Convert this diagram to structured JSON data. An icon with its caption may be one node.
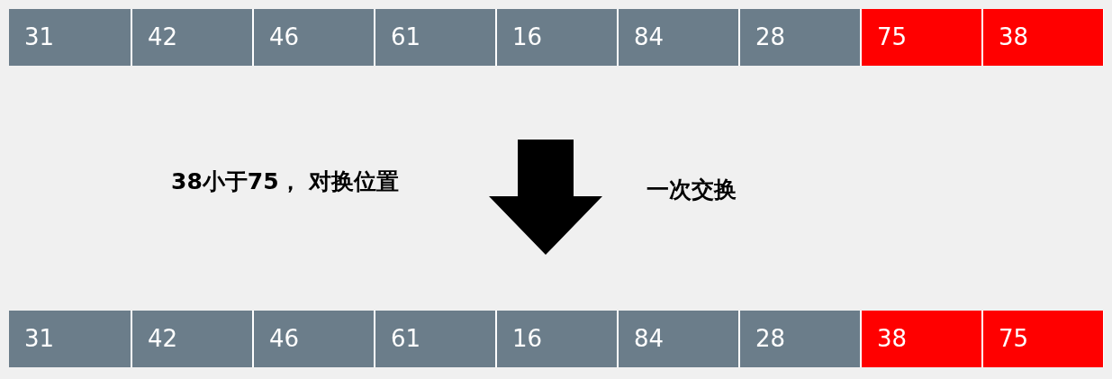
{
  "diagram": {
    "nodes": [
      {
        "text": [],
        "shape": "bar"
      },
      {
        "text": [
          "31"
        ],
        "in": 0
      },
      {
        "text": [
          "42"
        ],
        "in": 0
      },
      {
        "text": [
          "46"
        ],
        "in": 0
      },
      {
        "text": [
          "61"
        ],
        "in": 0
      },
      {
        "text": [
          "16"
        ],
        "in": 0
      },
      {
        "text": [
          "84"
        ],
        "in": 0
      },
      {
        "text": [
          "28"
        ],
        "in": 0
      },
      {
        "text": [
          "75"
        ],
        "in": 0
      },
      {
        "text": [
          "38"
        ],
        "in": 0
      },
      {
        "text": [],
        "shape": "bar"
      },
      {
        "text": [
          "31"
        ],
        "in": 10
      },
      {
        "text": [
          "42"
        ],
        "in": 10
      },
      {
        "text": [
          "46"
        ],
        "in": 10
      },
      {
        "text": [
          "61"
        ],
        "in": 10
      },
      {
        "text": [
          "16"
        ],
        "in": 10
      },
      {
        "text": [
          "84"
        ],
        "in": 10
      },
      {
        "text": [
          "28"
        ],
        "in": 10
      },
      {
        "text": [
          "38"
        ],
        "in": 10
      },
      {
        "text": [
          "75"
        ],
        "in": 10
      }
    ],
    "edges": [
      {
        "from": 0,
        "to": 10,
        "arrow": "to",
        "style": "thick"
      }
    ],
    "labels": [
      "38小于75， 对换位置",
      "一次交换"
    ]
  }
}
